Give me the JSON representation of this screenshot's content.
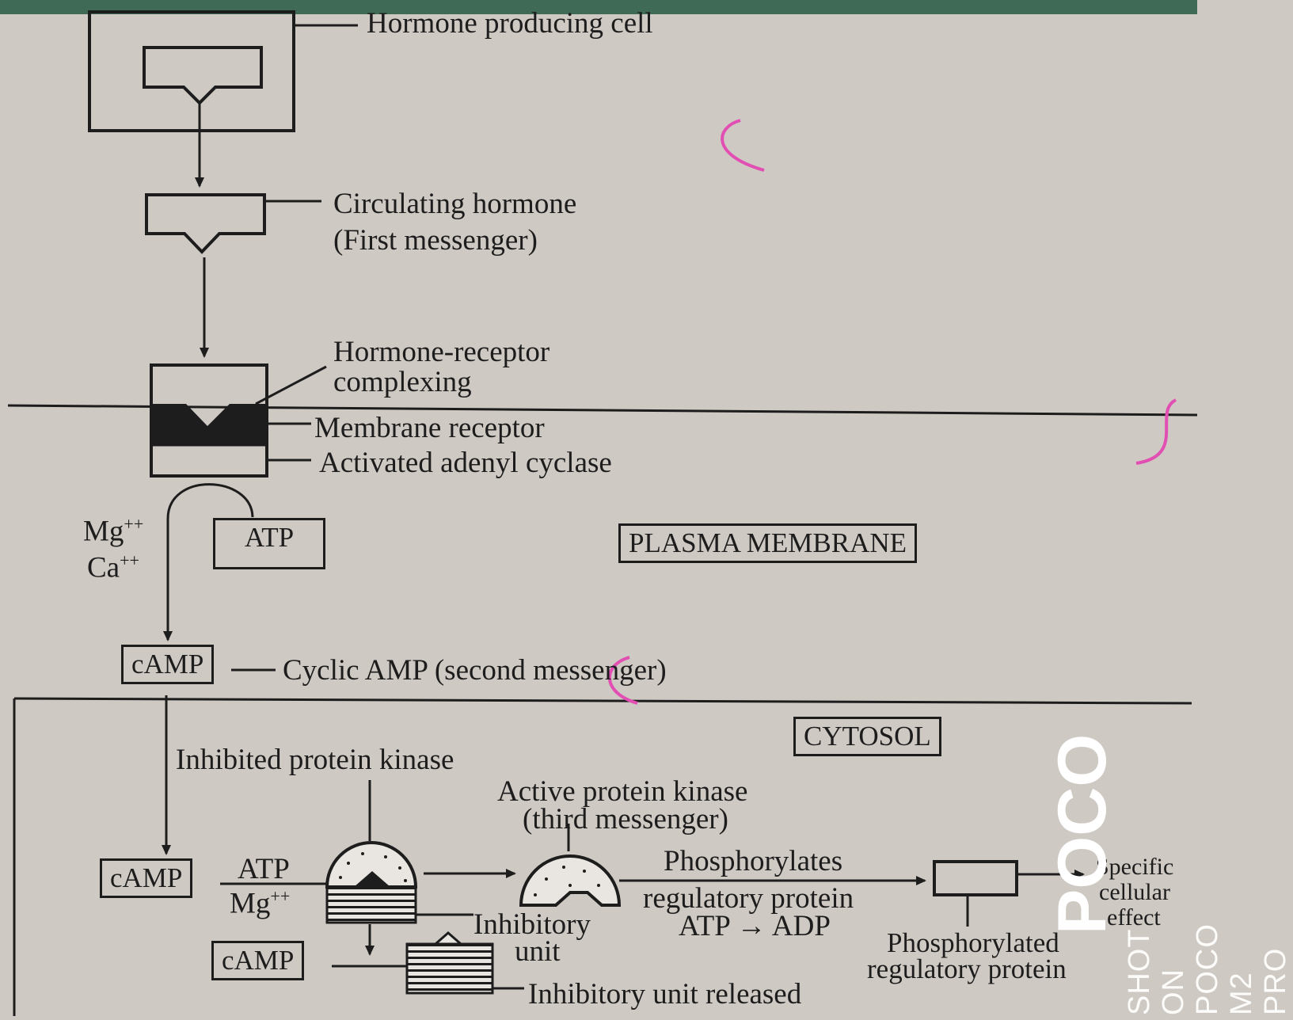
{
  "labels": {
    "hormone_producing_cell": "Hormone producing cell",
    "circulating_hormone": "Circulating hormone",
    "first_messenger": "(First messenger)",
    "hormone_receptor_1": "Hormone-receptor",
    "hormone_receptor_2": "complexing",
    "membrane_receptor": "Membrane receptor",
    "activated_adenyl_cyclase": "Activated adenyl cyclase",
    "mg": "Mg",
    "ca": "Ca",
    "ion_charge": "++",
    "atp_box": "ATP",
    "plasma_membrane": "PLASMA MEMBRANE",
    "camp_box": "cAMP",
    "cyclic_amp": "Cyclic AMP (second messenger)",
    "cytosol": "CYTOSOL",
    "inhibited_protein_kinase": "Inhibited protein kinase",
    "active_protein_kinase_1": "Active protein kinase",
    "active_protein_kinase_2": "(third messenger)",
    "camp_box_2": "cAMP",
    "atp_small": "ATP",
    "mg_small": "Mg",
    "phosphorylates": "Phosphorylates",
    "regulatory_protein": "regulatory protein",
    "atp_adp": "ATP → ADP",
    "inhibitory_unit_1": "Inhibitory",
    "inhibitory_unit_2": "unit",
    "camp_box_3": "cAMP",
    "inhibitory_unit_released": "Inhibitory unit released",
    "phosphorylated_1": "Phosphorylated",
    "phosphorylated_2": "regulatory protein",
    "specific_1": "Specific",
    "specific_2": "cellular",
    "specific_3": "effect"
  },
  "watermark": {
    "brand": "POCO",
    "text": "SHOT ON POCO M2 PRO"
  },
  "colors": {
    "paper": "#cfc9c3",
    "ink": "#1d1d1d",
    "top_band": "#3f6a55",
    "pink_mark": "#e24fb3"
  }
}
